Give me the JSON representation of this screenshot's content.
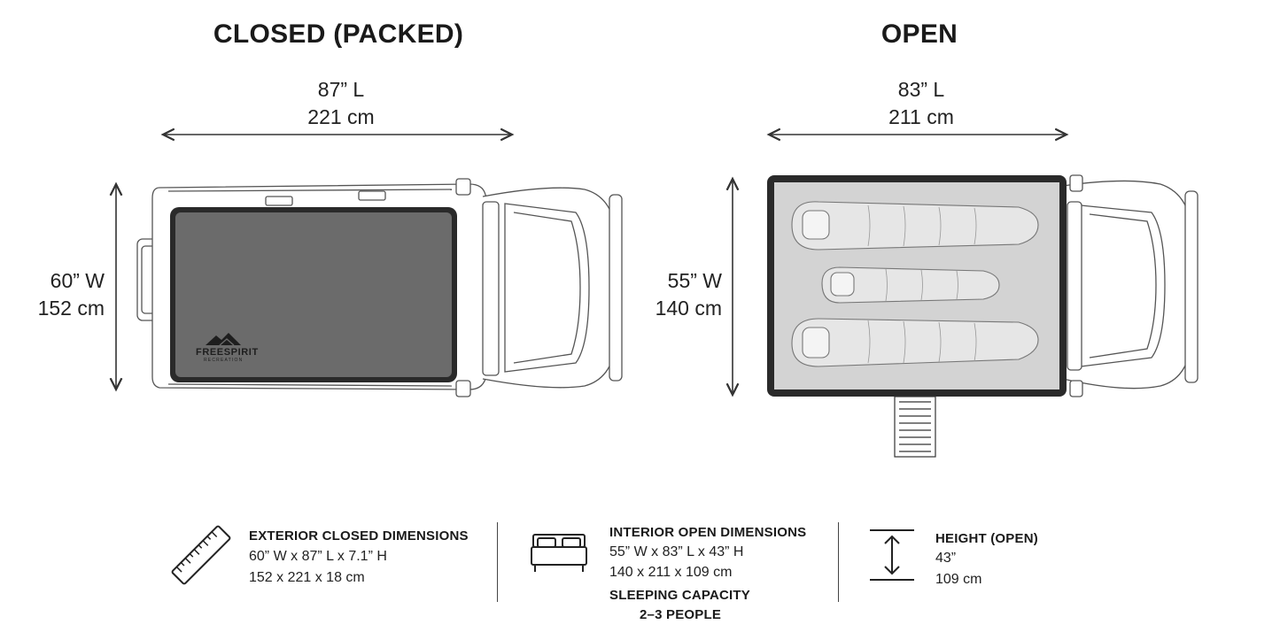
{
  "closed": {
    "title": "CLOSED (PACKED)",
    "length_in": "87” L",
    "length_cm": "221 cm",
    "width_in": "60” W",
    "width_cm": "152 cm",
    "logo_text": "FREESPIRIT",
    "logo_sub": "RECREATION"
  },
  "open": {
    "title": "OPEN",
    "length_in": "83” L",
    "length_cm": "211 cm",
    "width_in": "55” W",
    "width_cm": "140 cm"
  },
  "specs": {
    "exterior": {
      "heading": "EXTERIOR CLOSED DIMENSIONS",
      "line1": "60” W x 87” L x 7.1” H",
      "line2": "152 x 221 x 18 cm",
      "icon": "ruler-icon"
    },
    "interior": {
      "heading": "INTERIOR OPEN DIMENSIONS",
      "line1": "55” W x 83” L x 43” H",
      "line2": "140 x 211 x 109 cm",
      "capacity_heading": "SLEEPING CAPACITY",
      "capacity_value": "2–3 PEOPLE",
      "icon": "bed-icon"
    },
    "height": {
      "heading": "HEIGHT (OPEN)",
      "line1": "43”",
      "line2": "109 cm",
      "icon": "height-arrow-icon"
    }
  },
  "colors": {
    "tent_closed": "#6b6b6b",
    "tent_frame": "#2a2a2a",
    "tent_open_floor": "#d3d3d3",
    "line": "#333333"
  }
}
